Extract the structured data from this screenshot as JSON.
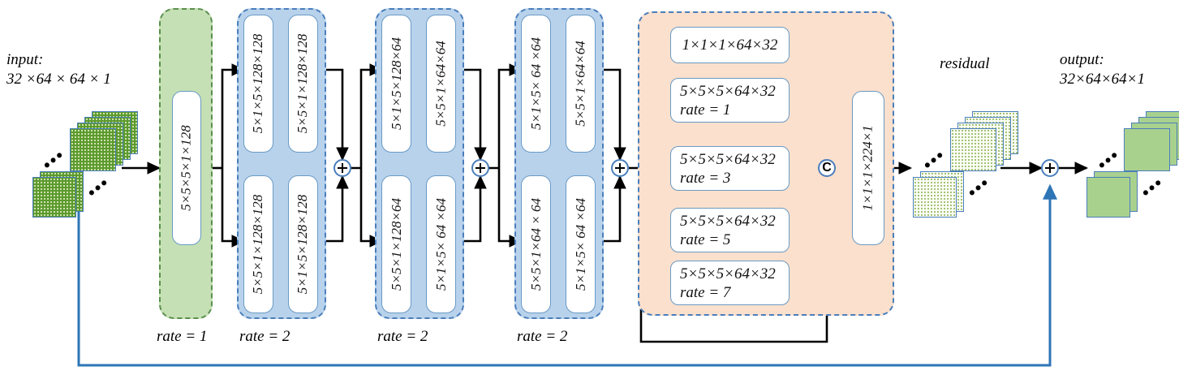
{
  "diagram": {
    "title": "3D residual dilated convolutional network architecture",
    "colors": {
      "green_block": "#C5E0B4",
      "blue_block": "#B8D2EC",
      "orange_block": "#FAE0CD",
      "node_border": "#6a9ac4",
      "dashed_border": "#4a7ebb",
      "residual_arrow": "#2E75B6",
      "arrow": "#000000"
    }
  },
  "input": {
    "label_line1": "input:",
    "label_line2": "32 ×64 × 64 × 1",
    "icon": "feature-map-stack-green"
  },
  "output": {
    "label_line1": "output:",
    "label_line2": "32×64×64×1",
    "icon": "feature-map-stack-green"
  },
  "residual": {
    "label": "residual",
    "icon": "feature-map-stack-teal"
  },
  "stages": [
    {
      "name": "stem",
      "style": "green",
      "rate_label": "rate = 1",
      "rows": [
        {
          "nodes": [
            "5×5×5×1×128"
          ]
        }
      ]
    },
    {
      "name": "res-block-1",
      "style": "blue",
      "rate_label": "rate = 2",
      "rows": [
        {
          "nodes": [
            "5×1×5×128×128",
            "5×5×1×128×128"
          ]
        },
        {
          "nodes": [
            "5×5×1×128×128",
            "5×1×5×128×128"
          ]
        }
      ]
    },
    {
      "name": "res-block-2",
      "style": "blue",
      "rate_label": "rate = 2",
      "rows": [
        {
          "nodes": [
            "5×1×5×128×64",
            "5×5×1×64×64"
          ]
        },
        {
          "nodes": [
            "5×5×1×128×64",
            "5×1×5× 64 ×64"
          ]
        }
      ]
    },
    {
      "name": "res-block-3",
      "style": "blue",
      "rate_label": "rate = 2",
      "rows": [
        {
          "nodes": [
            "5×1×5× 64 ×64",
            "5×5×1×64×64"
          ]
        },
        {
          "nodes": [
            "5×5×1×64 × 64",
            "5×1×5× 64 ×64"
          ]
        }
      ]
    }
  ],
  "aspp": {
    "name": "aspp-module",
    "style": "orange",
    "branches": [
      {
        "shape": "1×1×1×64×32",
        "rate": ""
      },
      {
        "shape": "5×5×5×64×32",
        "rate": "rate = 1"
      },
      {
        "shape": "5×5×5×64×32",
        "rate": "rate = 3"
      },
      {
        "shape": "5×5×5×64×32",
        "rate": "rate = 5"
      },
      {
        "shape": "5×5×5×64×32",
        "rate": "rate = 7"
      }
    ],
    "concat_symbol": "C",
    "final_conv": "1×1×1×224×1"
  },
  "junctions": {
    "add_symbol": "+",
    "add_nodes": [
      "add-1",
      "add-2",
      "add-3",
      "add-output"
    ]
  },
  "ellipsis": "•••"
}
